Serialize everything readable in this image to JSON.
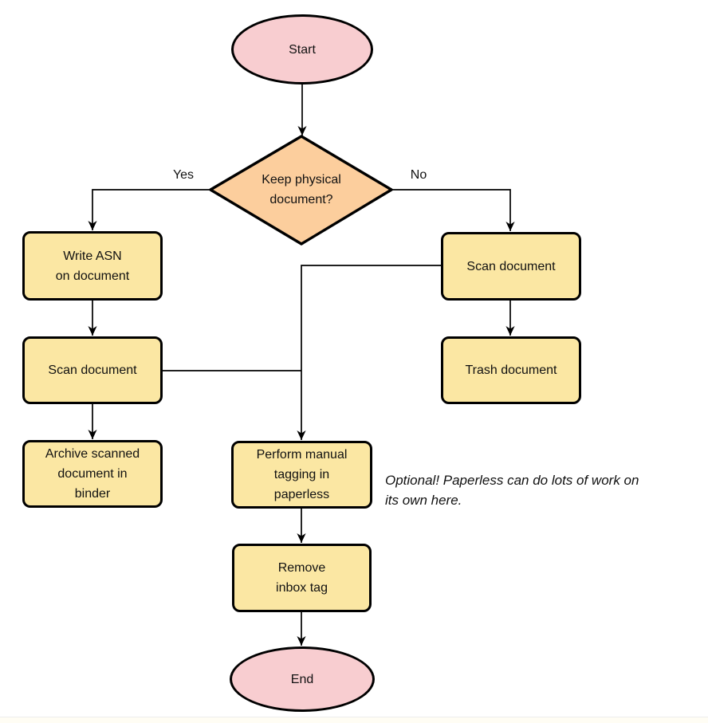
{
  "diagram": {
    "nodes": {
      "start": {
        "label": "Start",
        "type": "terminal"
      },
      "decision": {
        "label": "Keep physical\ndocument?",
        "type": "decision"
      },
      "write_asn": {
        "label": "Write ASN\non document",
        "type": "process"
      },
      "scan_left": {
        "label": "Scan document",
        "type": "process"
      },
      "archive": {
        "label": "Archive scanned\ndocument in\nbinder",
        "type": "process"
      },
      "scan_right": {
        "label": "Scan document",
        "type": "process"
      },
      "trash": {
        "label": "Trash document",
        "type": "process"
      },
      "tagging": {
        "label": "Perform manual\ntagging in\npaperless",
        "type": "process"
      },
      "remove_inbox": {
        "label": "Remove\ninbox tag",
        "type": "process"
      },
      "end": {
        "label": "End",
        "type": "terminal"
      }
    },
    "edge_labels": {
      "yes": "Yes",
      "no": "No"
    },
    "annotation": "Optional! Paperless can do lots of work on\nits own here.",
    "colors": {
      "terminal_fill": "#f8cdd0",
      "decision_fill": "#fcce9d",
      "process_fill": "#fbe7a3",
      "shape_stroke": "#000000",
      "connector": "#000000",
      "text": "#111111",
      "background": "#ffffff"
    }
  }
}
